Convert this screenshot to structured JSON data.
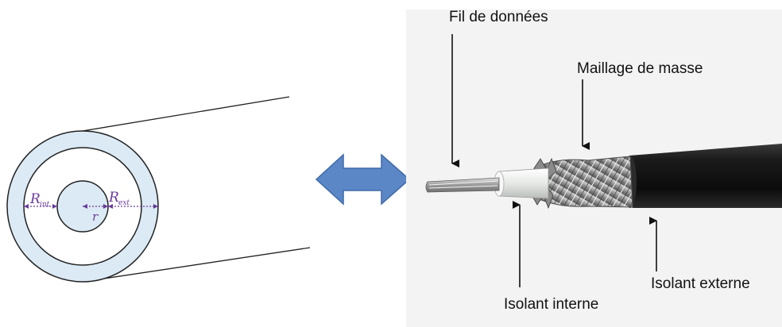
{
  "diagram": {
    "cross_section": {
      "labels": {
        "r_int_main": "R",
        "r_int_sub": "int",
        "r_ext_main": "R",
        "r_ext_sub": "ext",
        "r_small": "r"
      },
      "colors": {
        "fill": "#dbeaf5",
        "stroke": "#222222",
        "dimension": "#6a3a9a"
      }
    },
    "double_arrow": {
      "color": "#5b87c6",
      "stroke": "#3f6aa7"
    },
    "cable_photo": {
      "labels": {
        "data_wire": "Fil de données",
        "ground_mesh": "Maillage de masse",
        "inner_insulator": "Isolant interne",
        "outer_insulator": "Isolant externe"
      },
      "colors": {
        "background": "#f2f3f2",
        "jacket": "#121212",
        "braid": "#a7a7a7",
        "dielectric": "#e9ece9",
        "core": "#bcbcbc"
      }
    }
  }
}
